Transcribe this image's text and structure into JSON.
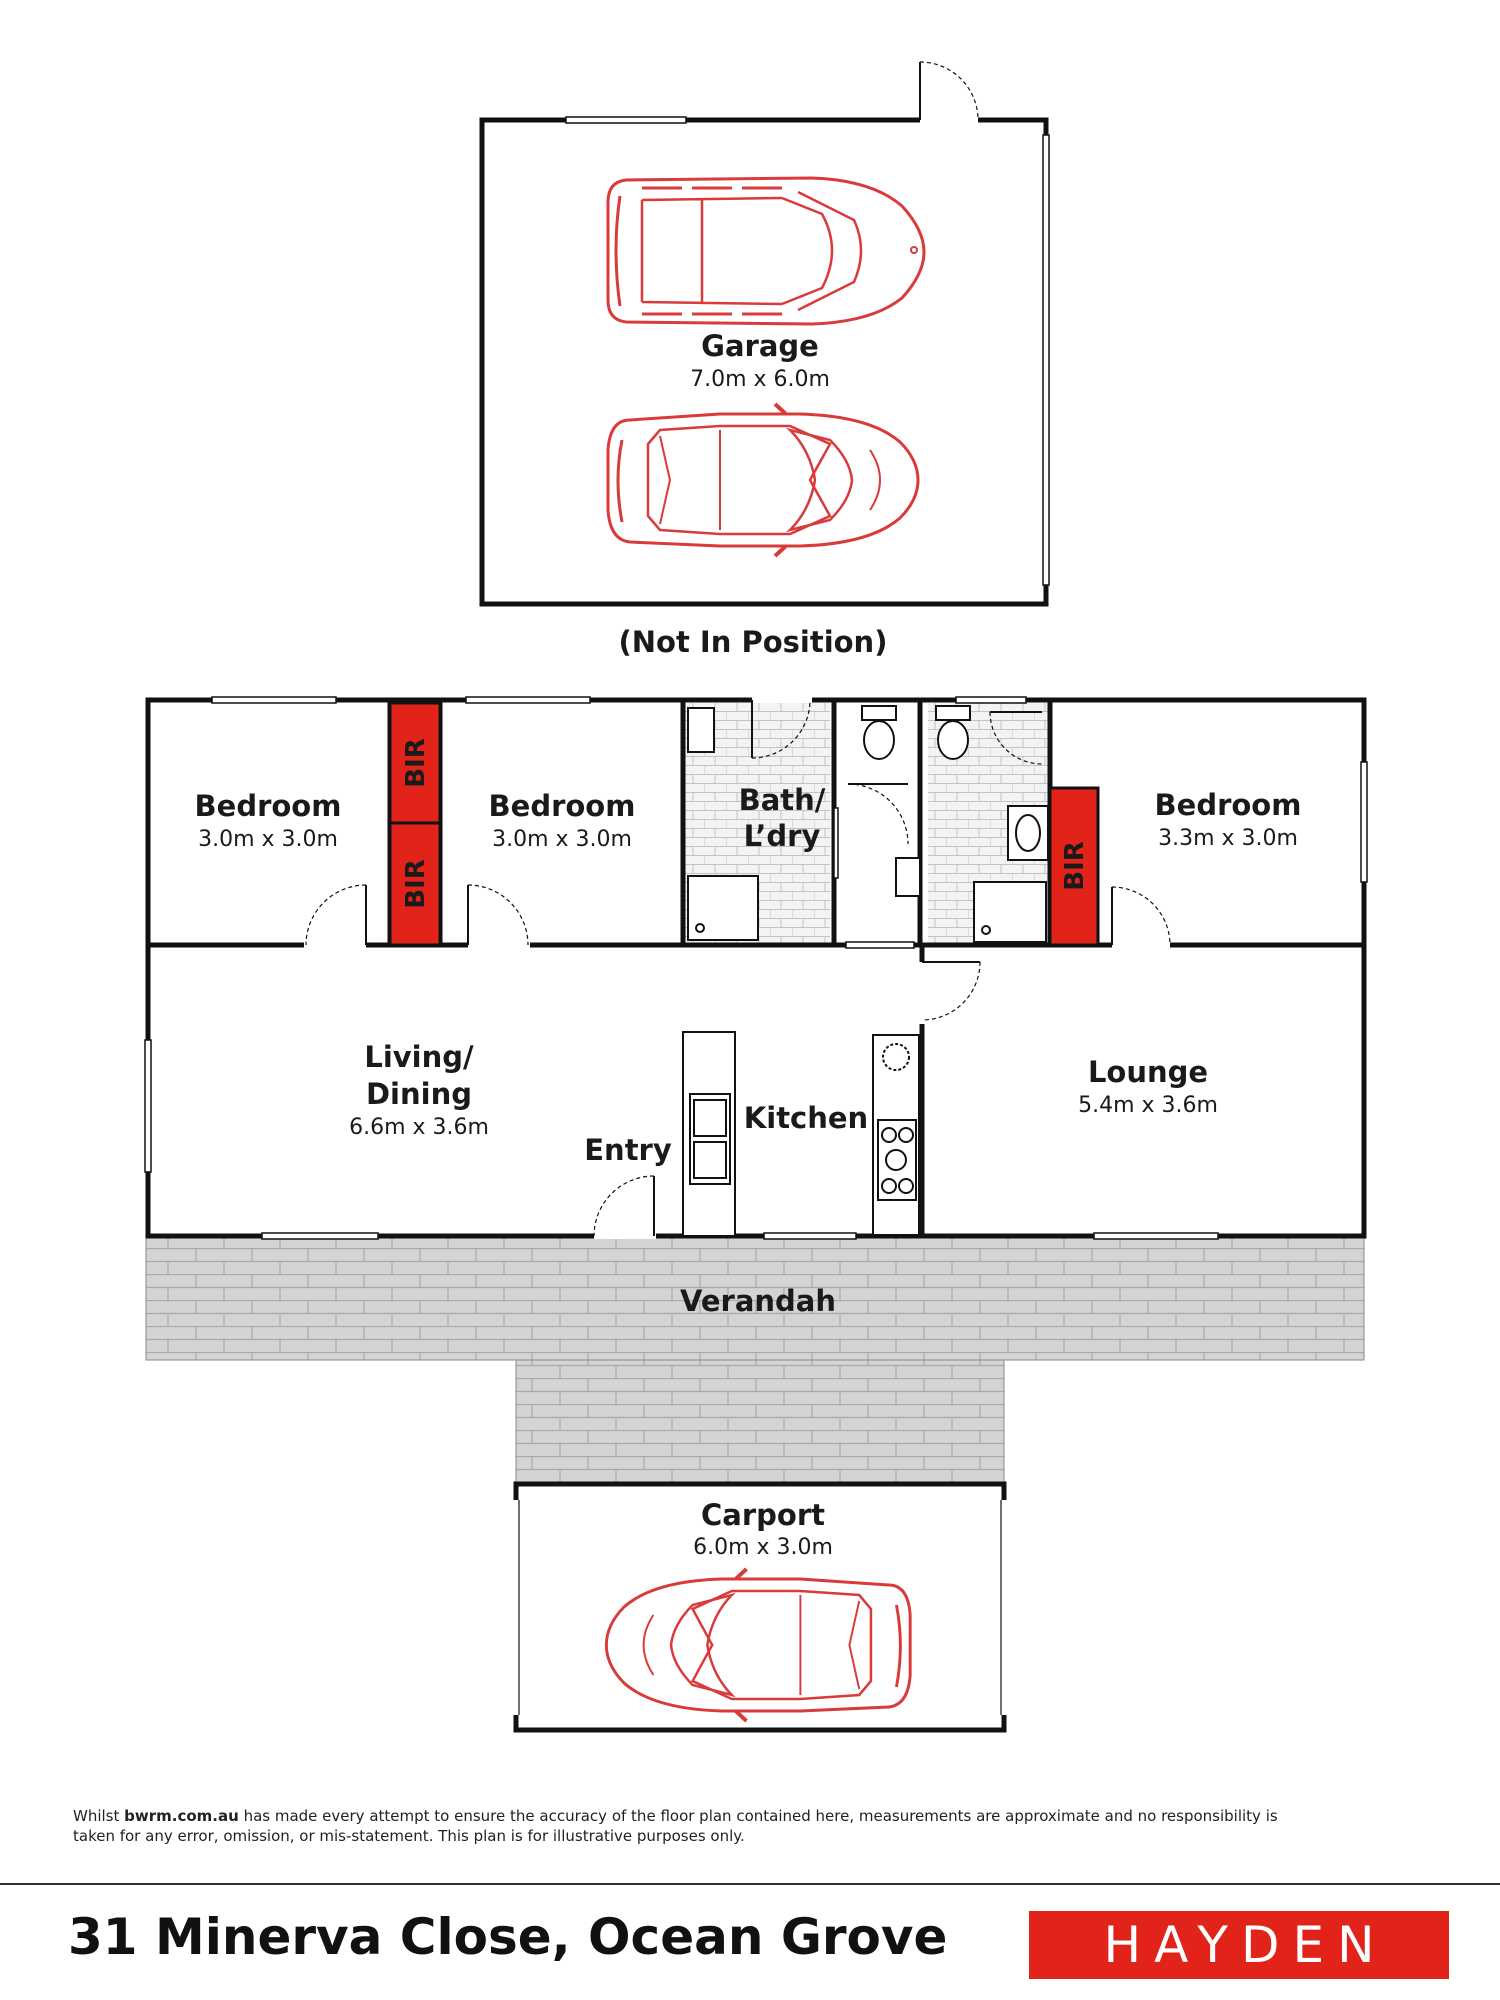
{
  "rooms": {
    "garage": {
      "name": "Garage",
      "dims": "7.0m x 6.0m"
    },
    "garage_note": "(Not In Position)",
    "bedroom1": {
      "name": "Bedroom",
      "dims": "3.0m x 3.0m"
    },
    "bedroom2": {
      "name": "Bedroom",
      "dims": "3.0m x 3.0m"
    },
    "bath": {
      "name_line1": "Bath/",
      "name_line2": "L’dry"
    },
    "bedroom3": {
      "name": "Bedroom",
      "dims": "3.3m x 3.0m"
    },
    "bir_label": "BIR",
    "living": {
      "name_line1": "Living/",
      "name_line2": "Dining",
      "dims": "6.6m x 3.6m"
    },
    "entry": {
      "name": "Entry"
    },
    "kitchen": {
      "name": "Kitchen"
    },
    "lounge": {
      "name": "Lounge",
      "dims": "5.4m x 3.6m"
    },
    "verandah": {
      "name": "Verandah"
    },
    "carport": {
      "name": "Carport",
      "dims": "6.0m x 3.0m"
    }
  },
  "disclaimer": {
    "prefix": "Whilst ",
    "site": "bwrm.com.au",
    "text": " has made every attempt to ensure the accuracy of the floor plan contained here, measurements are approximate and no responsibility is taken for any error, omission, or mis-statement. This plan is for illustrative purposes only."
  },
  "address": "31 Minerva Close, Ocean Grove",
  "brand": {
    "name": "HAYDEN"
  },
  "colors": {
    "accent": "#e2231a",
    "car_outline": "#d93a3a",
    "wall": "#111111",
    "paving": "#d9d9d9"
  },
  "icons": [
    "car-icon",
    "toilet-icon",
    "shower-icon",
    "sink-icon",
    "cooktop-icon",
    "door-swing-icon"
  ]
}
